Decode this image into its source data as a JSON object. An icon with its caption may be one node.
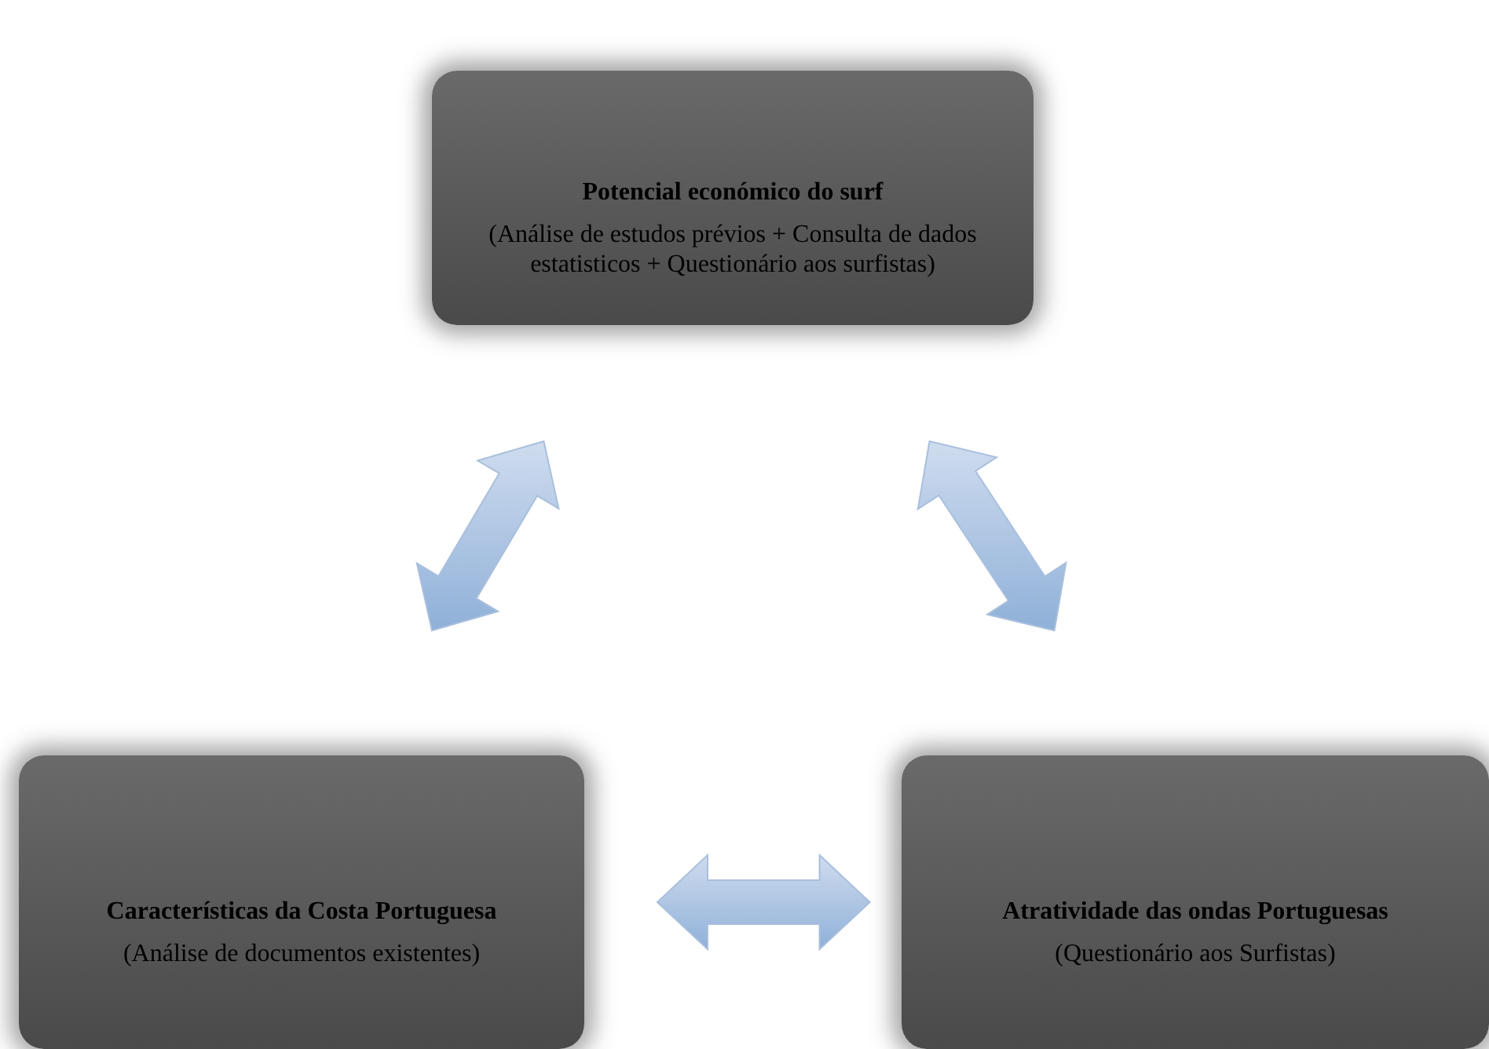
{
  "diagram": {
    "nodes": [
      {
        "text": [
          "Potencial económico do surf",
          "(Análise de estudos prévios + Consulta de dados estatisticos + Questionário  aos surfistas)"
        ]
      },
      {
        "text": [
          "Características da Costa Portuguesa",
          "(Análise de documentos existentes)"
        ]
      },
      {
        "text": [
          "Atratividade das ondas Portuguesas",
          "(Questionário aos Surfistas)"
        ]
      }
    ],
    "edges": [
      {
        "from": 0,
        "to": 1,
        "arrow": "both"
      },
      {
        "from": 0,
        "to": 2,
        "arrow": "both"
      },
      {
        "from": 1,
        "to": 2,
        "arrow": "both"
      }
    ]
  }
}
